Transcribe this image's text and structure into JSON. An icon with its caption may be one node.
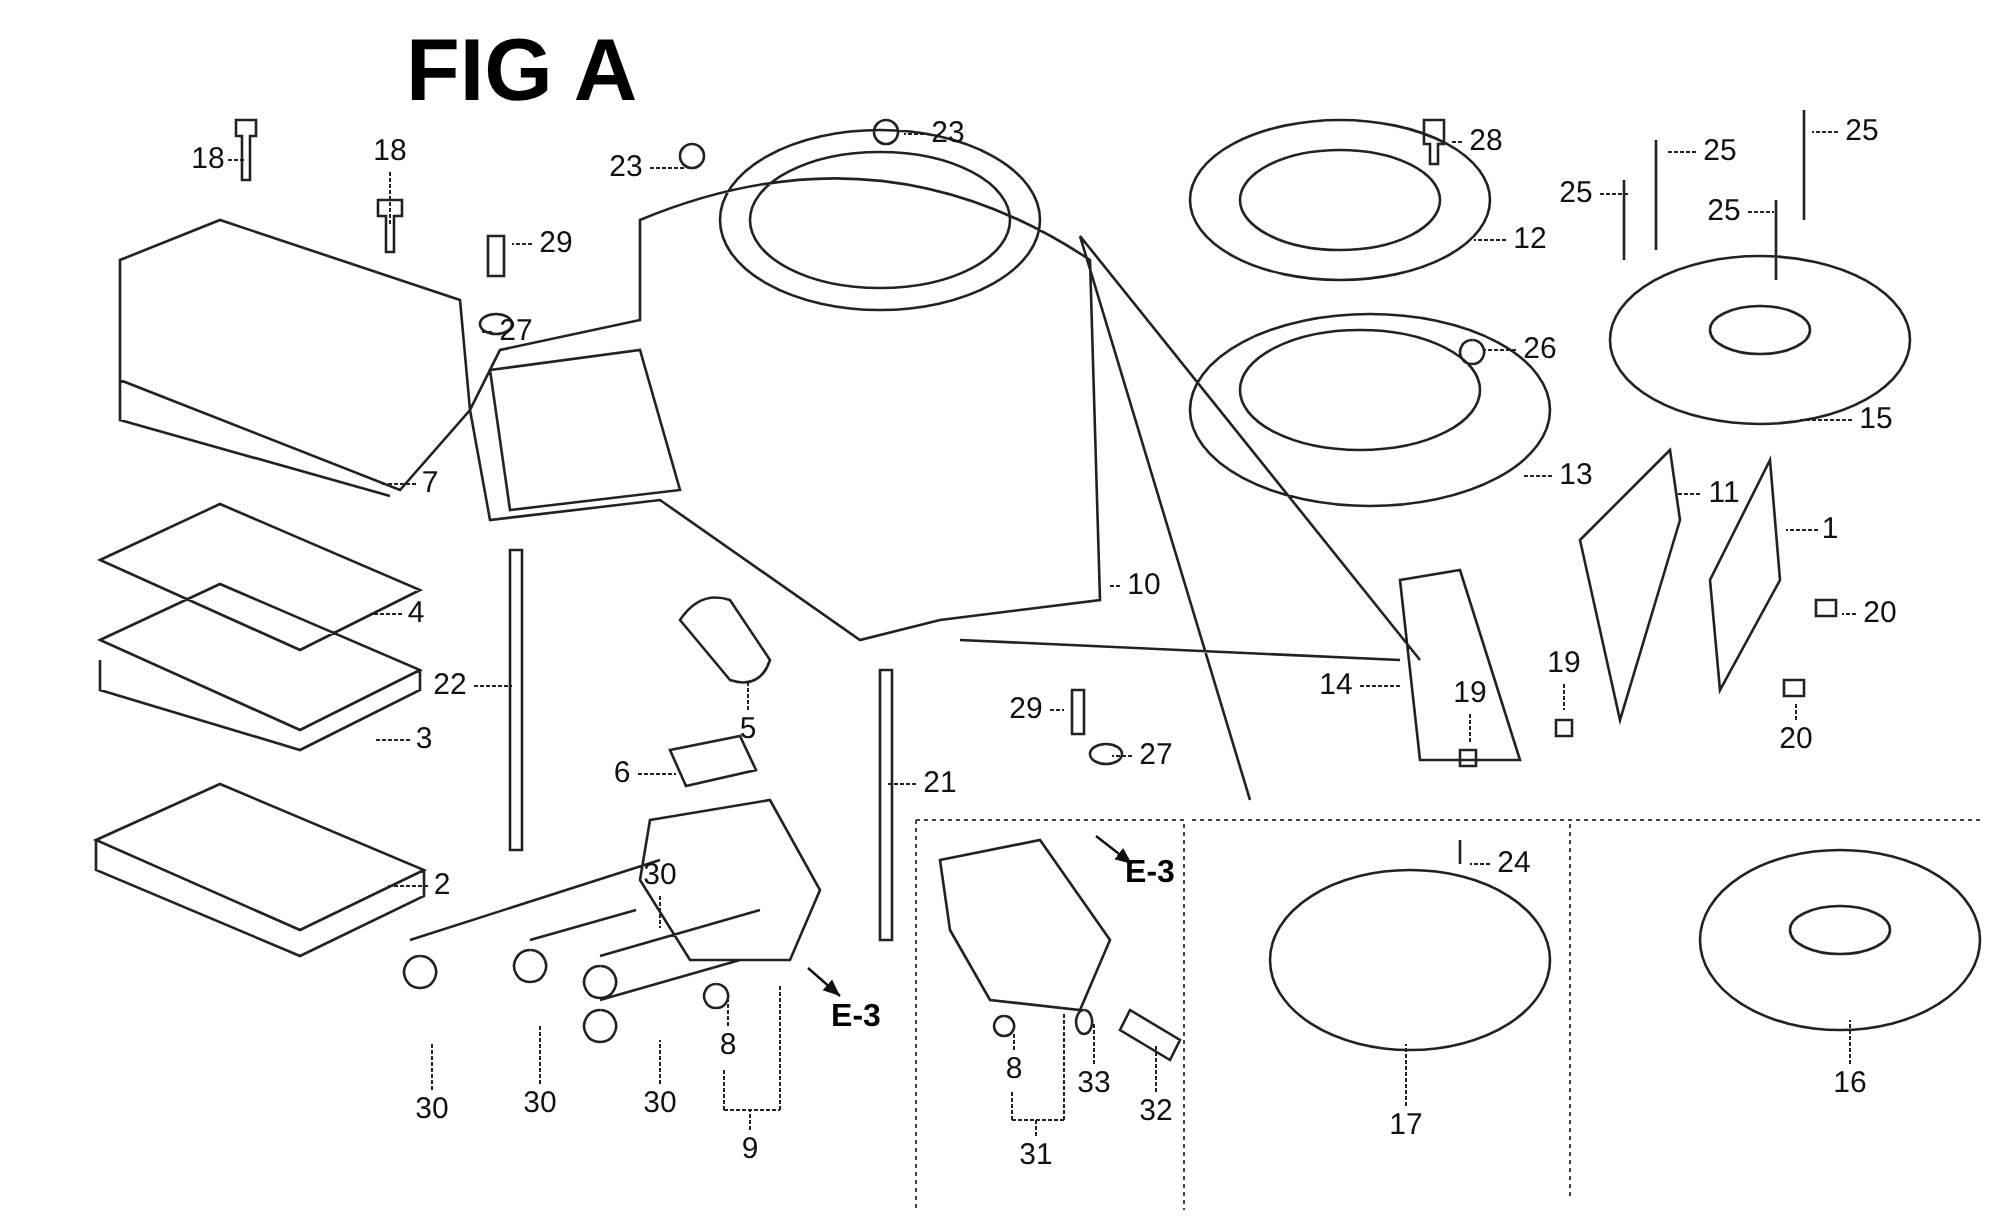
{
  "diagram": {
    "title": "FIG A",
    "nodes": [
      {
        "text": [
          "18"
        ]
      },
      {
        "text": [
          "18"
        ]
      },
      {
        "text": [
          "23"
        ]
      },
      {
        "text": [
          "23"
        ]
      },
      {
        "text": [
          "28"
        ]
      },
      {
        "text": [
          "25"
        ]
      },
      {
        "text": [
          "25"
        ]
      },
      {
        "text": [
          "25"
        ]
      },
      {
        "text": [
          "29"
        ]
      },
      {
        "text": [
          "25"
        ]
      },
      {
        "text": [
          "12"
        ]
      },
      {
        "text": [
          "27"
        ]
      },
      {
        "text": [
          "26"
        ]
      },
      {
        "text": [
          "15"
        ]
      },
      {
        "text": [
          "13"
        ]
      },
      {
        "text": [
          "7"
        ]
      },
      {
        "text": [
          "11"
        ]
      },
      {
        "text": [
          "1"
        ]
      },
      {
        "text": [
          "10"
        ]
      },
      {
        "text": [
          "20"
        ]
      },
      {
        "text": [
          "4"
        ]
      },
      {
        "text": [
          "22"
        ]
      },
      {
        "text": [
          "14"
        ]
      },
      {
        "text": [
          "19"
        ]
      },
      {
        "text": [
          "19"
        ]
      },
      {
        "text": [
          "29"
        ]
      },
      {
        "text": [
          "5"
        ]
      },
      {
        "text": [
          "3"
        ]
      },
      {
        "text": [
          "27"
        ]
      },
      {
        "text": [
          "6"
        ]
      },
      {
        "text": [
          "21"
        ]
      },
      {
        "text": [
          "20"
        ]
      },
      {
        "text": [
          "24"
        ]
      },
      {
        "text": [
          "2"
        ]
      },
      {
        "text": [
          "30"
        ]
      },
      {
        "text": [
          "8"
        ]
      },
      {
        "text": [
          "8"
        ]
      },
      {
        "text": [
          "33"
        ]
      },
      {
        "text": [
          "16"
        ]
      },
      {
        "text": [
          "30"
        ]
      },
      {
        "text": [
          "30"
        ]
      },
      {
        "text": [
          "30"
        ]
      },
      {
        "text": [
          "32"
        ]
      },
      {
        "text": [
          "17"
        ]
      },
      {
        "text": [
          "9"
        ]
      },
      {
        "text": [
          "31"
        ]
      }
    ],
    "edges": [
      {
        "from": 0,
        "to": null,
        "arrow": "none"
      },
      {
        "from": 1,
        "to": null,
        "arrow": "none"
      },
      {
        "from": 2,
        "to": null,
        "arrow": "none"
      },
      {
        "from": 3,
        "to": null,
        "arrow": "none"
      },
      {
        "from": 4,
        "to": null,
        "arrow": "none"
      },
      {
        "from": 5,
        "to": null,
        "arrow": "none"
      },
      {
        "from": 6,
        "to": null,
        "arrow": "none"
      },
      {
        "from": 7,
        "to": null,
        "arrow": "none"
      },
      {
        "from": 8,
        "to": null,
        "arrow": "none"
      },
      {
        "from": 9,
        "to": null,
        "arrow": "none"
      },
      {
        "from": 10,
        "to": null,
        "arrow": "none"
      },
      {
        "from": 11,
        "to": null,
        "arrow": "none"
      },
      {
        "from": 12,
        "to": null,
        "arrow": "none"
      },
      {
        "from": 13,
        "to": null,
        "arrow": "none"
      },
      {
        "from": 14,
        "to": null,
        "arrow": "none"
      },
      {
        "from": 15,
        "to": null,
        "arrow": "none"
      },
      {
        "from": 16,
        "to": null,
        "arrow": "none"
      },
      {
        "from": 17,
        "to": null,
        "arrow": "none"
      },
      {
        "from": 18,
        "to": null,
        "arrow": "none"
      },
      {
        "from": 19,
        "to": null,
        "arrow": "none"
      },
      {
        "from": 20,
        "to": null,
        "arrow": "none"
      },
      {
        "from": 21,
        "to": null,
        "arrow": "none"
      },
      {
        "from": 22,
        "to": null,
        "arrow": "none"
      },
      {
        "from": 23,
        "to": null,
        "arrow": "none"
      },
      {
        "from": 24,
        "to": null,
        "arrow": "none"
      },
      {
        "from": 25,
        "to": null,
        "arrow": "none"
      },
      {
        "from": 26,
        "to": null,
        "arrow": "none"
      },
      {
        "from": 27,
        "to": null,
        "arrow": "none"
      },
      {
        "from": 28,
        "to": null,
        "arrow": "none"
      },
      {
        "from": 29,
        "to": null,
        "arrow": "none"
      },
      {
        "from": 30,
        "to": null,
        "arrow": "none"
      },
      {
        "from": 31,
        "to": null,
        "arrow": "none"
      },
      {
        "from": 32,
        "to": null,
        "arrow": "none"
      },
      {
        "from": 33,
        "to": null,
        "arrow": "none"
      },
      {
        "from": 34,
        "to": null,
        "arrow": "none"
      },
      {
        "from": 35,
        "to": null,
        "arrow": "none"
      },
      {
        "from": 36,
        "to": null,
        "arrow": "none"
      },
      {
        "from": 37,
        "to": null,
        "arrow": "none"
      },
      {
        "from": 38,
        "to": null,
        "arrow": "none"
      },
      {
        "from": 39,
        "to": null,
        "arrow": "none"
      },
      {
        "from": 40,
        "to": null,
        "arrow": "none"
      },
      {
        "from": 41,
        "to": null,
        "arrow": "none"
      },
      {
        "from": 42,
        "to": null,
        "arrow": "none"
      },
      {
        "from": 43,
        "to": null,
        "arrow": "none"
      },
      {
        "from": 44,
        "to": null,
        "arrow": "none"
      },
      {
        "from": 45,
        "to": null,
        "arrow": "none"
      }
    ],
    "labels": [
      "E-3",
      "E-3"
    ]
  }
}
